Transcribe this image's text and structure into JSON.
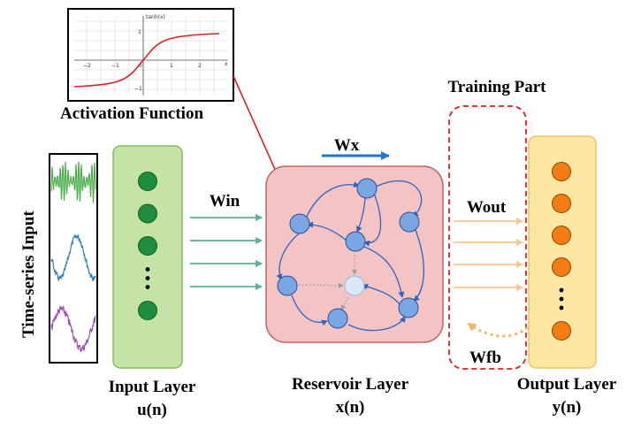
{
  "labels": {
    "activation": "Activation Function",
    "training": "Training Part",
    "wx": "Wx",
    "win": "Win",
    "wout": "Wout",
    "wfb": "Wfb",
    "timeseries": "Time-series Input",
    "input_layer": "Input Layer",
    "input_var": "u(n)",
    "reservoir_layer": "Reservoir Layer",
    "reservoir_var": "x(n)",
    "output_layer": "Output Layer",
    "output_var": "y(n)"
  },
  "activation_plot": {
    "title": "tanh(x)",
    "x_ticks": [
      "−2",
      "−1",
      "0",
      "1",
      "2"
    ],
    "x_axis_label": "x",
    "y_ticks": [
      "1",
      "−1"
    ]
  },
  "colors": {
    "input_node": "#1e8e3e",
    "input_panel": "#c5e3a6",
    "reservoir_node": "#7aa7e3",
    "reservoir_panel": "#f4c3c3",
    "output_node": "#f57c12",
    "output_panel": "#fde7a3",
    "input_arrows": "#5ab09a",
    "output_arrows": "#f8c58c",
    "wx_arrow": "#1f74d6",
    "activation_curve": "#e02020",
    "training_box": "#e02020"
  },
  "input_nodes": [
    "node",
    "node",
    "node",
    "ellipsis",
    "node"
  ],
  "output_nodes": [
    "node",
    "node",
    "node",
    "node",
    "ellipsis",
    "node"
  ]
}
